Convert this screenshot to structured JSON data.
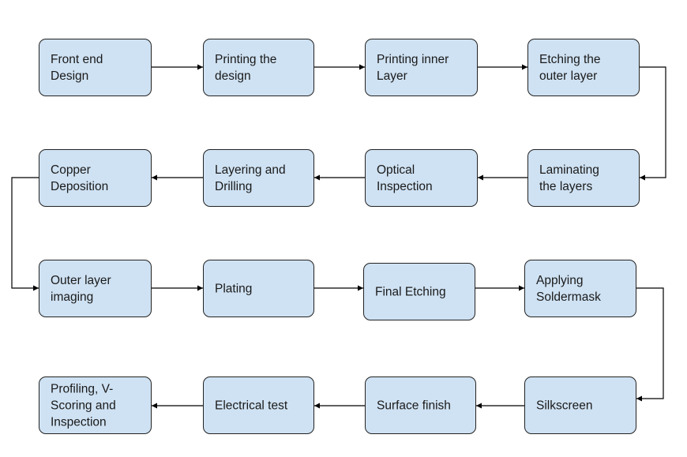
{
  "diagram": {
    "nodes": [
      {
        "id": "front-end-design",
        "label": "Front end\nDesign"
      },
      {
        "id": "printing-the-design",
        "label": "Printing the\ndesign"
      },
      {
        "id": "printing-inner-layer",
        "label": "Printing inner\nLayer"
      },
      {
        "id": "etching-outer-layer",
        "label": "Etching the\nouter layer"
      },
      {
        "id": "copper-deposition",
        "label": "Copper\nDeposition"
      },
      {
        "id": "layering-and-drilling",
        "label": "Layering and\nDrilling"
      },
      {
        "id": "optical-inspection",
        "label": "Optical\nInspection"
      },
      {
        "id": "laminating-layers",
        "label": "Laminating\nthe layers"
      },
      {
        "id": "outer-layer-imaging",
        "label": "Outer layer\nimaging"
      },
      {
        "id": "plating",
        "label": "Plating"
      },
      {
        "id": "final-etching",
        "label": "Final Etching"
      },
      {
        "id": "applying-soldermask",
        "label": "Applying\nSoldermask"
      },
      {
        "id": "profiling-v-scoring",
        "label": "Profiling, V-\nScoring and\nInspection"
      },
      {
        "id": "electrical-test",
        "label": "Electrical test"
      },
      {
        "id": "surface-finish",
        "label": "Surface finish"
      },
      {
        "id": "silkscreen",
        "label": "Silkscreen"
      }
    ],
    "edges": [
      {
        "from": "front-end-design",
        "to": "printing-the-design"
      },
      {
        "from": "printing-the-design",
        "to": "printing-inner-layer"
      },
      {
        "from": "printing-inner-layer",
        "to": "etching-outer-layer"
      },
      {
        "from": "etching-outer-layer",
        "to": "laminating-layers"
      },
      {
        "from": "laminating-layers",
        "to": "optical-inspection"
      },
      {
        "from": "optical-inspection",
        "to": "layering-and-drilling"
      },
      {
        "from": "layering-and-drilling",
        "to": "copper-deposition"
      },
      {
        "from": "copper-deposition",
        "to": "outer-layer-imaging"
      },
      {
        "from": "outer-layer-imaging",
        "to": "plating"
      },
      {
        "from": "plating",
        "to": "final-etching"
      },
      {
        "from": "final-etching",
        "to": "applying-soldermask"
      },
      {
        "from": "applying-soldermask",
        "to": "silkscreen"
      },
      {
        "from": "silkscreen",
        "to": "surface-finish"
      },
      {
        "from": "surface-finish",
        "to": "electrical-test"
      },
      {
        "from": "electrical-test",
        "to": "profiling-v-scoring"
      }
    ],
    "colors": {
      "node_fill": "#cfe2f3",
      "node_border": "#222222",
      "arrow": "#000000"
    }
  }
}
